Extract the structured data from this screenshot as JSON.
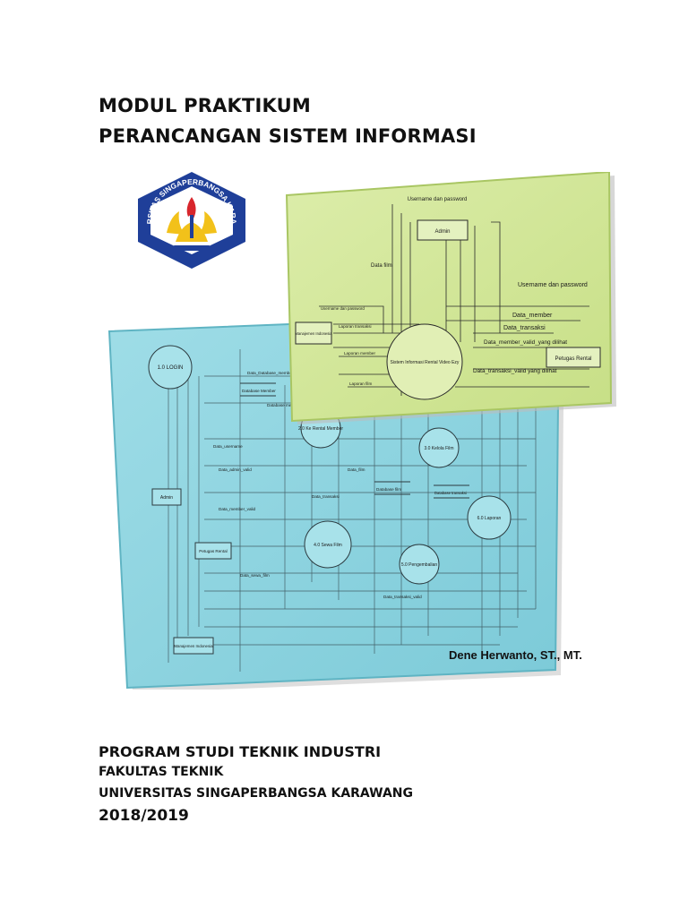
{
  "cover": {
    "title_line1": "MODUL PRAKTIKUM",
    "title_line2": "PERANCANGAN SISTEM INFORMASI",
    "author": "Dene Herwanto, ST., MT.",
    "program": "PROGRAM STUDI TEKNIK INDUSTRI",
    "faculty": "FAKULTAS TEKNIK",
    "university": "UNIVERSITAS SINGAPERBANGSA KARAWANG",
    "year": "2018/2019"
  },
  "logo": {
    "ring_text": "UNIVERSITAS SINGAPERBANGSA KARAWANG",
    "colors": {
      "ring": "#1f3f99",
      "inner": "#ffffff",
      "accent": "#f2c11a",
      "flame": "#d8262c"
    }
  },
  "green_diagram": {
    "entity_top": "Admin",
    "entity_left": "Manajemen Indonesia",
    "entity_right": "Petugas Rental",
    "process_center": "Sistem Informasi Rental Video Ezy",
    "flows": {
      "username_top": "Username dan password",
      "username_right": "Username dan password",
      "username_left": "Username dan password",
      "data_film": "Data film",
      "data_member": "Data_member",
      "data_transaksi": "Data_transaksi",
      "data_member_valid": "Data_member_valid_yang dilihat",
      "data_transaksi_valid": "Data_transaksi_valid yang dilihat",
      "laporan_transaksi": "Laporan transaksi",
      "laporan_member": "Laporan member",
      "laporan_film": "Laporan film"
    },
    "colors": {
      "bg": "#d6e99b",
      "bg_edge": "#b9d277",
      "ink": "#2a2a2a"
    }
  },
  "blue_diagram": {
    "process_login": "1.0 LOGIN",
    "store_member": "Database Member",
    "process_member": "2.0 Ke Rental Member",
    "process_film": "3.0 Kelola Film",
    "store_film": "Database film",
    "store_transaksi": "Database transaksi",
    "process_sewa": "4.0 Sewa Film",
    "process_kembali": "5.0 Pengembalian",
    "process_laporan": "6.0 Laporan",
    "entity_admin": "Admin",
    "entity_petugas": "Petugas Rental",
    "entity_manajemen": "Manajemen Indonesia",
    "flow_labels": [
      "Data_Database_member",
      "Database member",
      "Data_username",
      "Data_admin_valid",
      "Data_film",
      "Data_transaksi",
      "Data_member_valid",
      "Data_sewa_film",
      "Data_transaksi_valid"
    ],
    "colors": {
      "bg": "#8fd4df",
      "bg_edge": "#6ec1cf",
      "ink": "#2c3b40"
    }
  }
}
